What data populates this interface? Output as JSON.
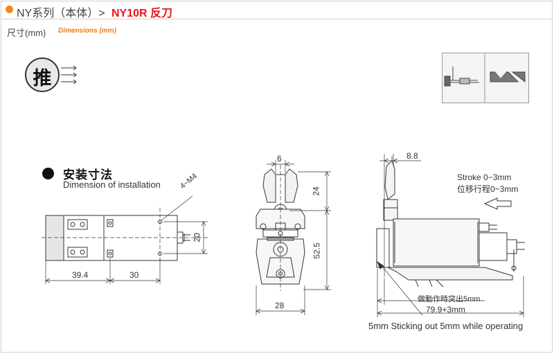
{
  "header": {
    "title_main": "NY系列（本体）>",
    "title_model": "NY10R 反刀",
    "accent_color": "#e8151c",
    "bullet_color": "#f08a1c"
  },
  "dimensions_title": {
    "cn": "尺寸(mm)",
    "en": "Dimensions (mm)"
  },
  "push_symbol": {
    "label": "推"
  },
  "installation": {
    "cn": "安装寸法",
    "en": "Dimension of installation"
  },
  "view_left": {
    "dim_hole": "4−M4",
    "dim_height": "20",
    "dim_width_a": "39.4",
    "dim_width_b": "30"
  },
  "view_front": {
    "dim_top": "6",
    "dim_upper": "24",
    "dim_total_height": "52.5",
    "dim_width": "28"
  },
  "view_side": {
    "dim_top": "8.8",
    "stroke_en": "Stroke 0−3mm",
    "stroke_cn": "位移行程0~3mm",
    "protrude_cn": "做動作時突出5mm",
    "dim_length": "79.9+3mm",
    "protrude_en": "5mm Sticking out 5mm while operating"
  }
}
